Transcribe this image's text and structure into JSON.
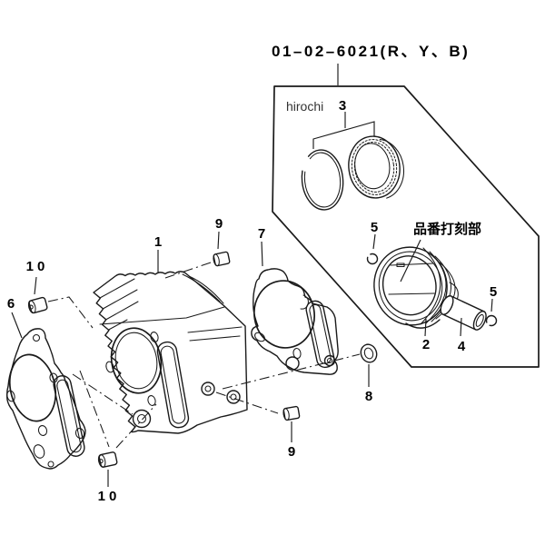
{
  "diagram": {
    "part_code": "01–02–6021(R、Y、B)",
    "watermark": "hirochi",
    "stamp_annotation": "品番打刻部",
    "callouts": {
      "c1": "1",
      "c2": "2",
      "c3": "3",
      "c4": "4",
      "c5a": "5",
      "c5b": "5",
      "c6": "6",
      "c7": "7",
      "c8": "8",
      "c9a": "9",
      "c9b": "9",
      "c10a": "10",
      "c10b": "10"
    },
    "colors": {
      "line": "#1a1a1a",
      "background": "#ffffff"
    }
  }
}
